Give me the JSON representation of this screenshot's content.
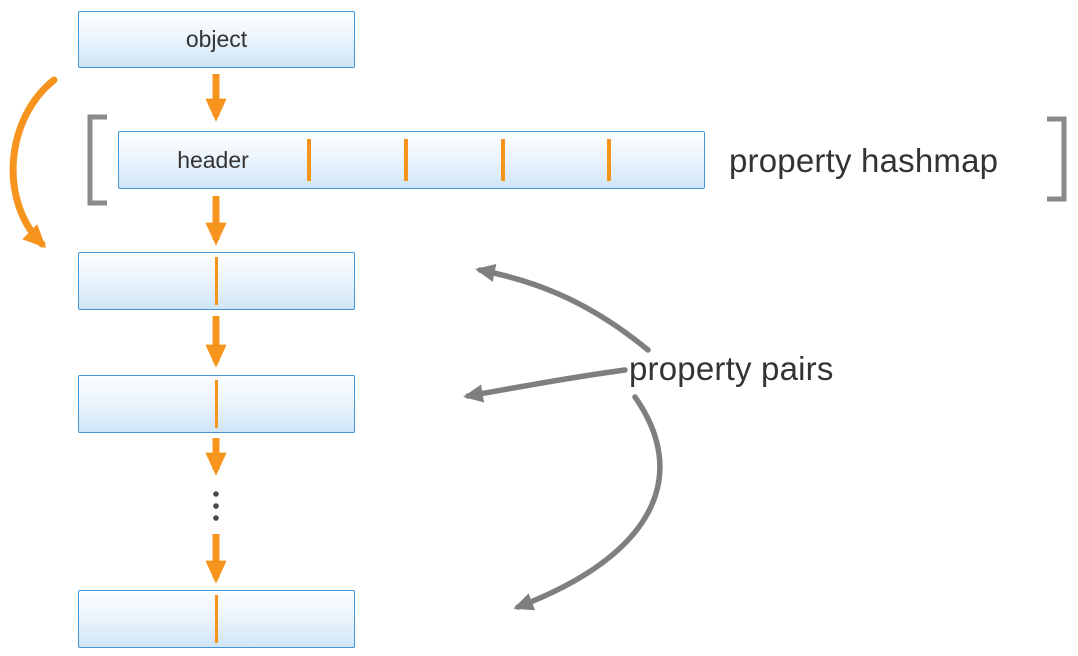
{
  "diagram": {
    "object_box": {
      "label": "object"
    },
    "header_box": {
      "label": "header",
      "slot_divider_count": 4
    },
    "labels": {
      "property_hashmap": "property hashmap",
      "property_pairs": "property pairs"
    },
    "colors": {
      "accent_orange": "#F7941E",
      "arrow_gray": "#7F7F7F",
      "bracket_gray": "#8A8A8A",
      "box_border": "#4596D6",
      "box_fill_top": "#FDFEFF",
      "box_fill_bottom": "#CFE5F7",
      "text": "#333333"
    }
  }
}
